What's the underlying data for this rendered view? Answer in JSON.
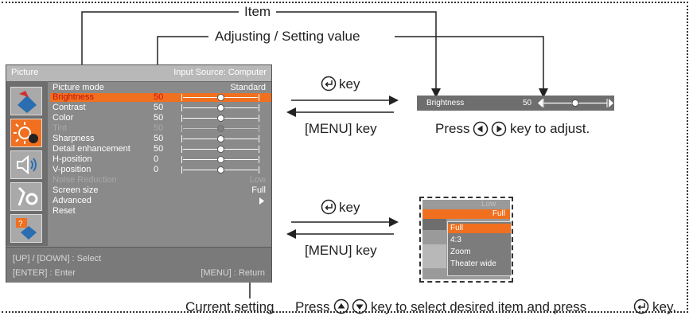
{
  "annotations": {
    "item": "Item",
    "adjusting_value": "Adjusting / Setting value",
    "enter_key_top": "key",
    "menu_key_top": "[MENU] key",
    "press_adjust": "key to adjust.",
    "press_word": "Press",
    "enter_key_bottom": "key",
    "menu_key_bottom": "[MENU] key",
    "current_setting": "Current setting",
    "press_select": "key to select desired item and press",
    "key_end": "key."
  },
  "osd": {
    "title": "Picture",
    "input_source": "Input Source: Computer",
    "icons": [
      "picture-icon",
      "brightness-icon",
      "sound-icon",
      "setting-icon",
      "help-icon"
    ],
    "items": [
      {
        "label": "Picture mode",
        "value": "Standard"
      },
      {
        "label": "Brightness",
        "value": "50",
        "slider": 0.5
      },
      {
        "label": "Contrast",
        "value": "50",
        "slider": 0.5
      },
      {
        "label": "Color",
        "value": "50",
        "slider": 0.5
      },
      {
        "label": "Tint",
        "value": "50",
        "slider": 0.5
      },
      {
        "label": "Sharpness",
        "value": "50",
        "slider": 0.5
      },
      {
        "label": "Detail enhancement",
        "value": "50",
        "slider": 0.5
      },
      {
        "label": "H-position",
        "value": "0",
        "slider": 0.5
      },
      {
        "label": "V-position",
        "value": "0",
        "slider": 0.5
      },
      {
        "label": "Noise Reduction",
        "value": "Low"
      },
      {
        "label": "Screen size",
        "value": "Full"
      },
      {
        "label": "Advanced",
        "value": ""
      },
      {
        "label": "Reset",
        "value": ""
      }
    ],
    "footer": {
      "select": "[UP] / [DOWN] : Select",
      "enter": "[ENTER] : Enter",
      "return": "[MENU] : Return"
    }
  },
  "adjust_bar": {
    "label": "Brightness",
    "value": "50",
    "level": 0.5
  },
  "popup": {
    "above": "Low",
    "current": "Full",
    "options": [
      "Full",
      "4:3",
      "Zoom",
      "Theater wide"
    ]
  },
  "colors": {
    "highlight": "#f07020",
    "osd_bg": "#8a8a8a"
  }
}
